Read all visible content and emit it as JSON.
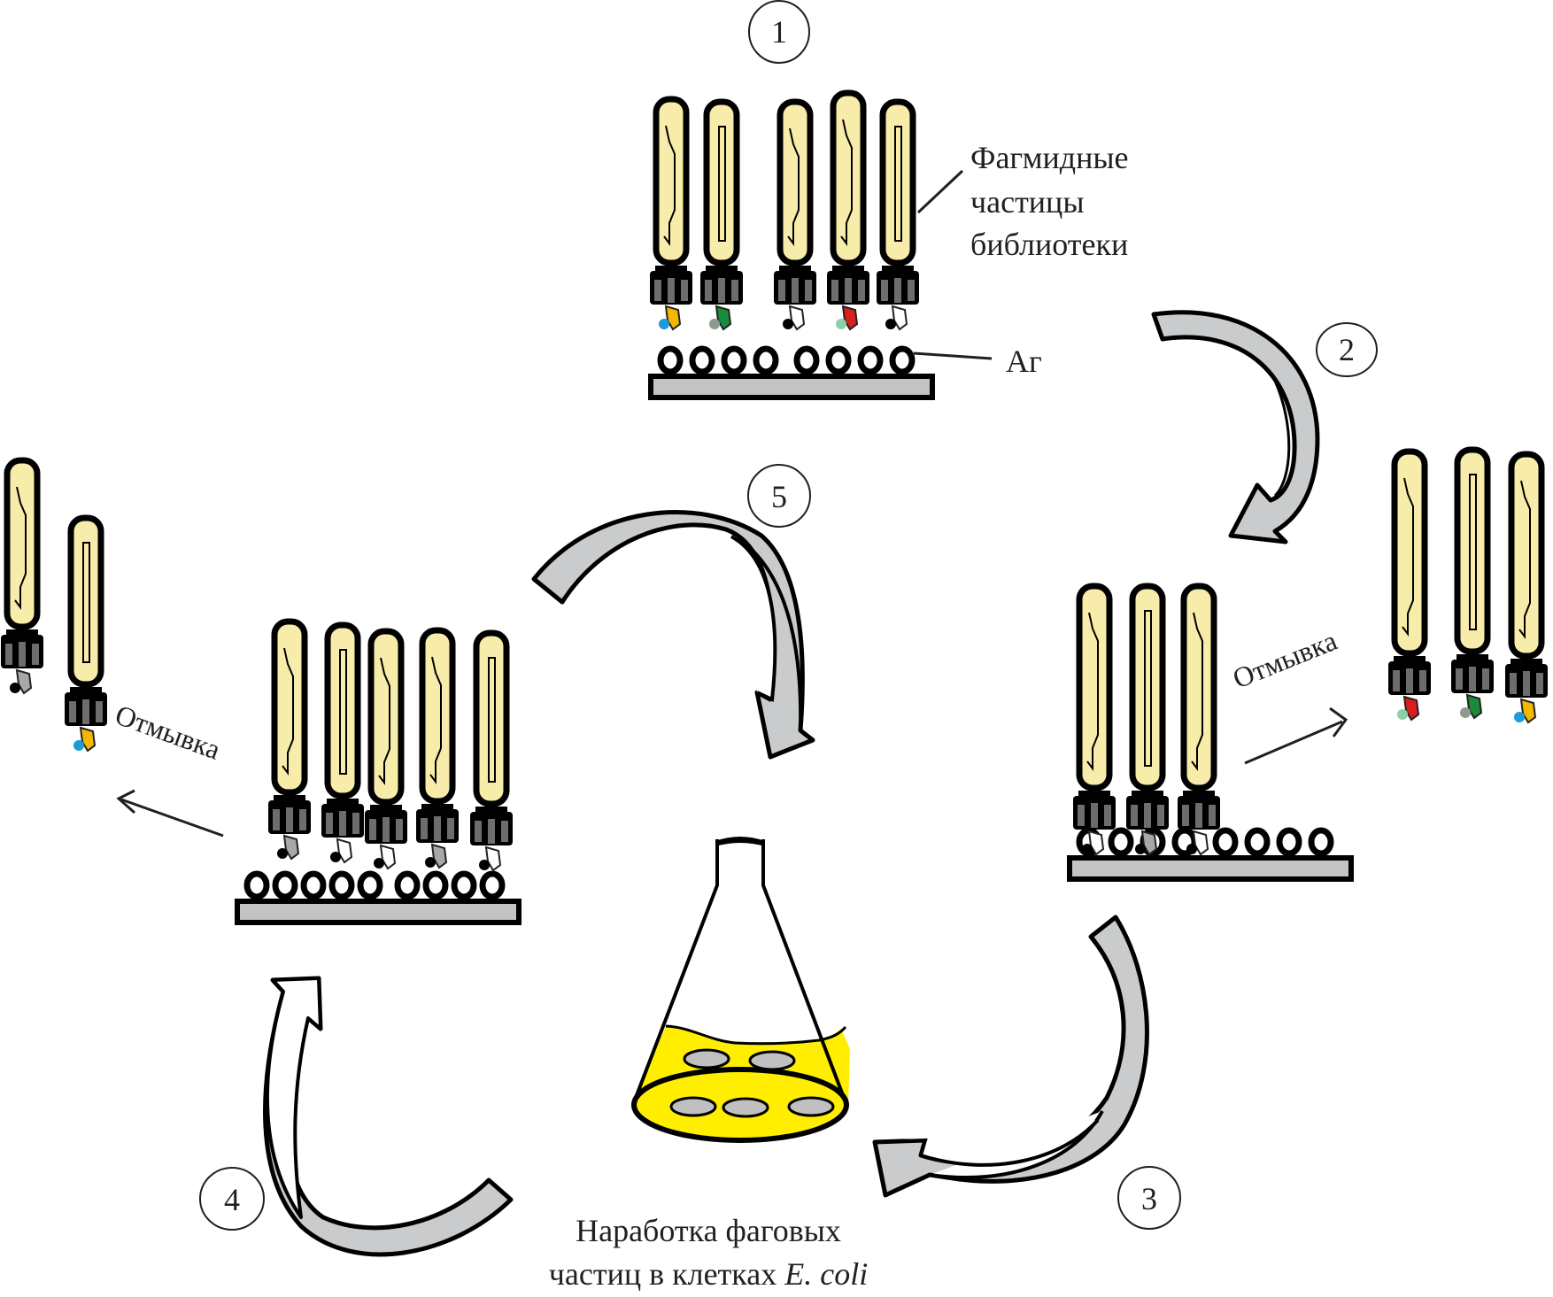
{
  "title": "Phage display biopanning cycle",
  "colors": {
    "phage_body": "#f8ecaa",
    "outline": "#000000",
    "head_fill": "#6d6d6d",
    "plate_fill": "#c3c3c3",
    "arrow_gray": "#c9cbcc",
    "medium": "#ffee00",
    "cell": "#c0c0c0",
    "text": "#231f20"
  },
  "steps": [
    {
      "id": 1,
      "label": "1"
    },
    {
      "id": 2,
      "label": "2"
    },
    {
      "id": 3,
      "label": "3"
    },
    {
      "id": 4,
      "label": "4"
    },
    {
      "id": 5,
      "label": "5"
    }
  ],
  "labels": {
    "library_line1": "Фагмидные",
    "library_line2": "частицы",
    "library_line3": "библиотеки",
    "antigen": "Аг",
    "wash_right": "Отмывка",
    "wash_left": "Отмывка",
    "production_line1": "Наработка фаговых",
    "production_line2_prefix": "частиц в клетках ",
    "production_line2_organism": "E. coli"
  },
  "panels": {
    "library": {
      "antigen_count": 8,
      "phages": [
        {
          "tip": "yellow-blue",
          "bound": false
        },
        {
          "tip": "green",
          "bound": false
        },
        {
          "tip": "white",
          "bound": true
        },
        {
          "tip": "red",
          "bound": false
        },
        {
          "tip": "white",
          "bound": true
        }
      ]
    },
    "after_round1": {
      "antigen_count": 8,
      "phages": [
        {
          "tip": "white",
          "bound": true
        },
        {
          "tip": "gray",
          "bound": true
        },
        {
          "tip": "white",
          "bound": true
        }
      ],
      "washed_out": [
        {
          "tip": "red"
        },
        {
          "tip": "green"
        },
        {
          "tip": "yellow-blue"
        }
      ]
    },
    "after_round2": {
      "antigen_count": 9,
      "phages": [
        {
          "tip": "gray",
          "bound": true
        },
        {
          "tip": "white",
          "bound": true
        },
        {
          "tip": "white",
          "bound": true
        },
        {
          "tip": "gray",
          "bound": true
        },
        {
          "tip": "white",
          "bound": true
        }
      ],
      "washed_out": [
        {
          "tip": "gray"
        },
        {
          "tip": "yellow-blue"
        }
      ]
    }
  },
  "flask": {
    "cells_count": 5
  }
}
